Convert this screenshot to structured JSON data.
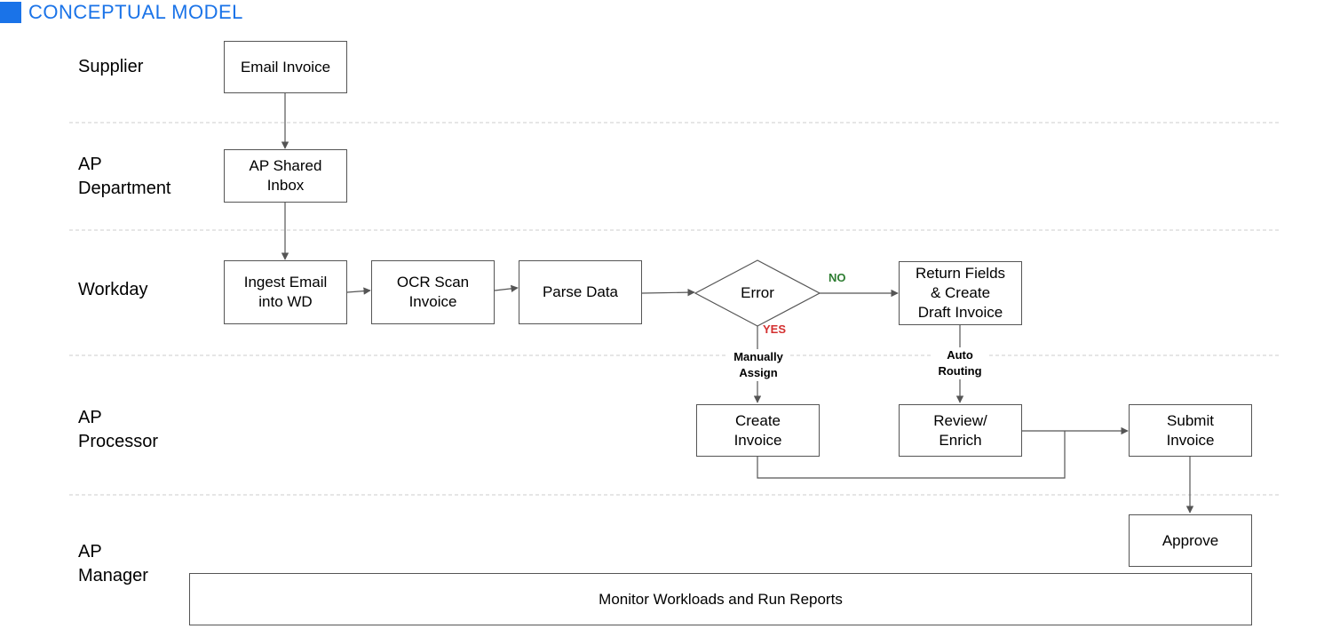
{
  "header": {
    "title": "CONCEPTUAL MODEL",
    "accent_color": "#1a73e8"
  },
  "lanes": {
    "supplier": "Supplier",
    "ap_department": "AP\nDepartment",
    "workday": "Workday",
    "ap_processor": "AP\nProcessor",
    "ap_manager": "AP\nManager"
  },
  "nodes": {
    "email_invoice": "Email Invoice",
    "ap_shared_inbox": "AP Shared\nInbox",
    "ingest_email": "Ingest Email\ninto WD",
    "ocr_scan": "OCR Scan\nInvoice",
    "parse_data": "Parse Data",
    "error": "Error",
    "return_fields": "Return Fields\n& Create\nDraft Invoice",
    "create_invoice": "Create\nInvoice",
    "review_enrich": "Review/\nEnrich",
    "submit_invoice": "Submit\nInvoice",
    "approve": "Approve",
    "monitor": "Monitor Workloads and Run Reports"
  },
  "edge_labels": {
    "no": "NO",
    "yes": "YES",
    "manually_assign": "Manually\nAssign",
    "auto_routing": "Auto\nRouting"
  },
  "colors": {
    "no": "#2e7d32",
    "yes": "#d32f2f",
    "lines": "#555555",
    "dividers": "#cccccc"
  }
}
